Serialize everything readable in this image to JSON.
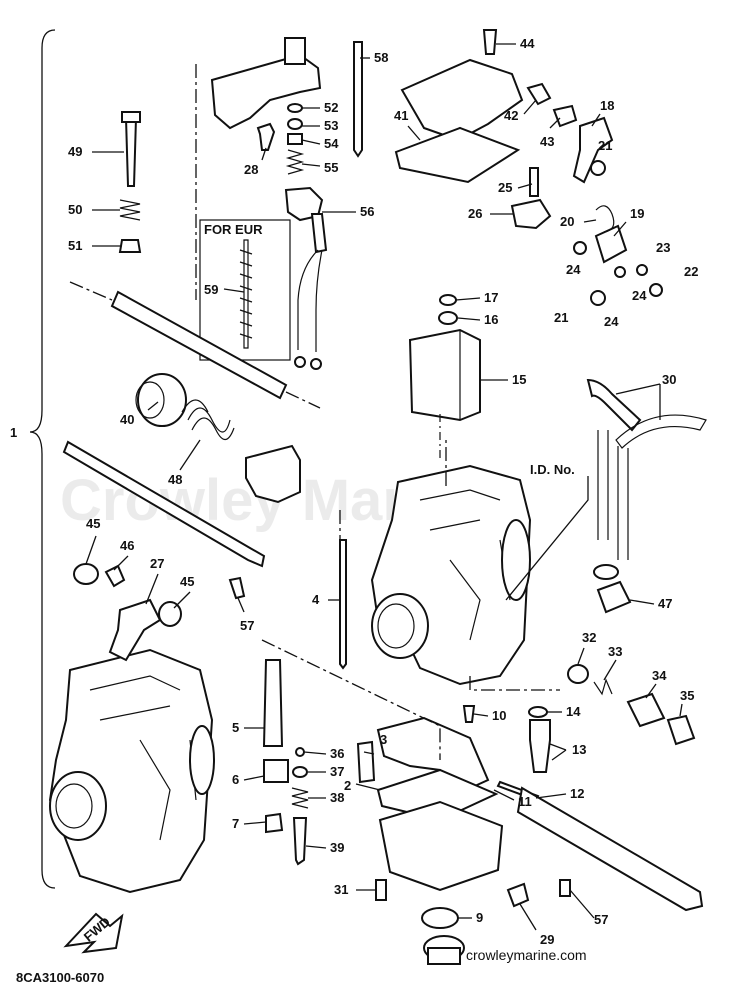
{
  "watermark": "Crowley Marine",
  "footer_url": "crowleymarine.com",
  "drawing_code": "8CA3100-6070",
  "fwd_label": "FWD",
  "eur_label": "FOR EUR",
  "id_label": "I.D. No.",
  "callouts": [
    "1",
    "2",
    "3",
    "4",
    "5",
    "6",
    "7",
    "9",
    "10",
    "11",
    "12",
    "13",
    "14",
    "15",
    "16",
    "17",
    "18",
    "19",
    "20",
    "21",
    "21",
    "22",
    "23",
    "24",
    "24",
    "24",
    "25",
    "26",
    "27",
    "28",
    "29",
    "30",
    "31",
    "32",
    "33",
    "34",
    "35",
    "36",
    "37",
    "38",
    "39",
    "40",
    "41",
    "42",
    "43",
    "44",
    "45",
    "45",
    "46",
    "47",
    "48",
    "49",
    "50",
    "51",
    "52",
    "53",
    "54",
    "55",
    "56",
    "57",
    "57",
    "58",
    "59"
  ]
}
